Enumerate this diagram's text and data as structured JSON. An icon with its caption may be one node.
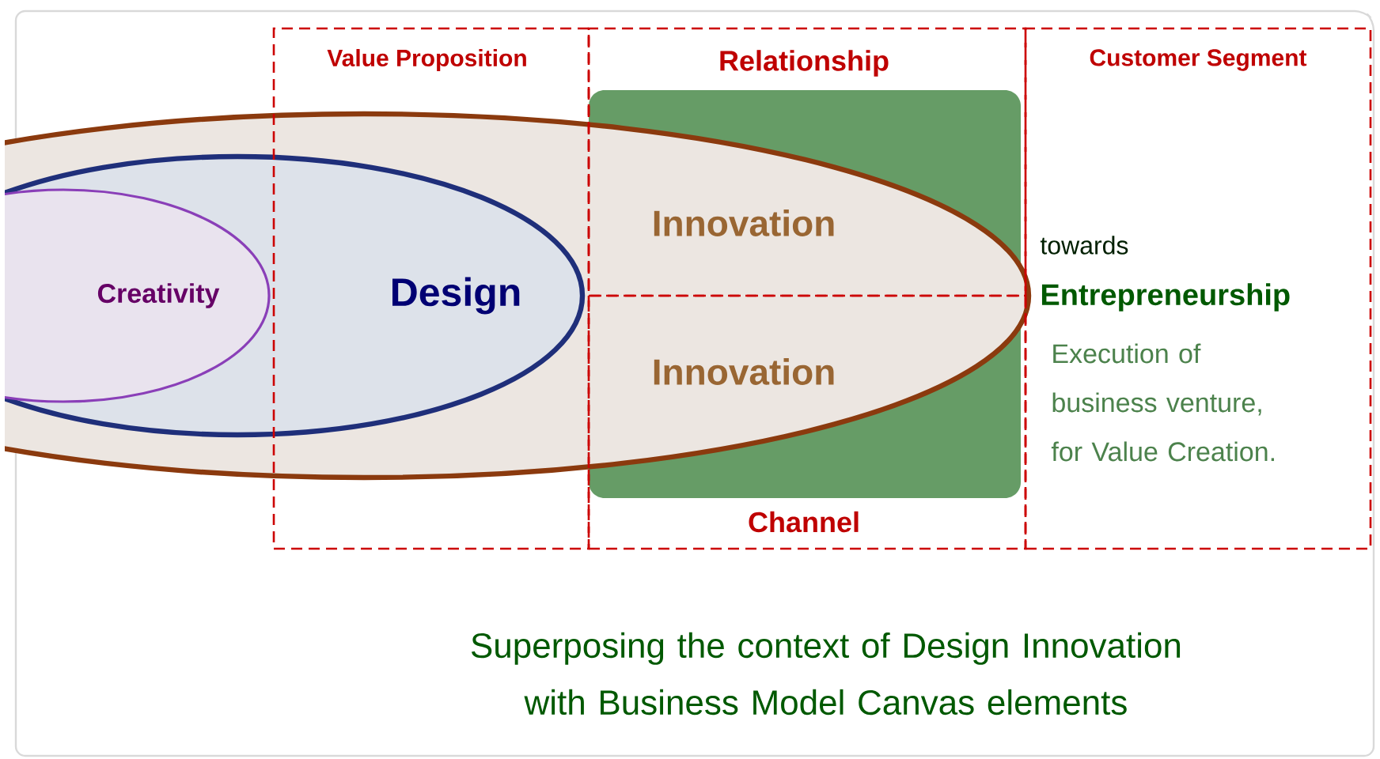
{
  "diagram": {
    "caption": "Superposing the context of Design Innovation with Business Model Canvas elements",
    "nodes": [
      {
        "text": [
          "Value Proposition",
          "Design"
        ]
      },
      {
        "text": [
          "Relationship",
          "Innovation"
        ]
      },
      {
        "text": [
          "Innovation",
          "Channel"
        ]
      },
      {
        "text": [
          "Customer Segment",
          "towards",
          "Entrepreneurship",
          "Execution of business venture, for Value Creation."
        ]
      },
      {
        "text": [],
        "shape": "ellipse"
      },
      {
        "text": [],
        "shape": "ellipse",
        "in": 4
      },
      {
        "text": [
          "Creativity"
        ],
        "in": 5
      }
    ]
  }
}
